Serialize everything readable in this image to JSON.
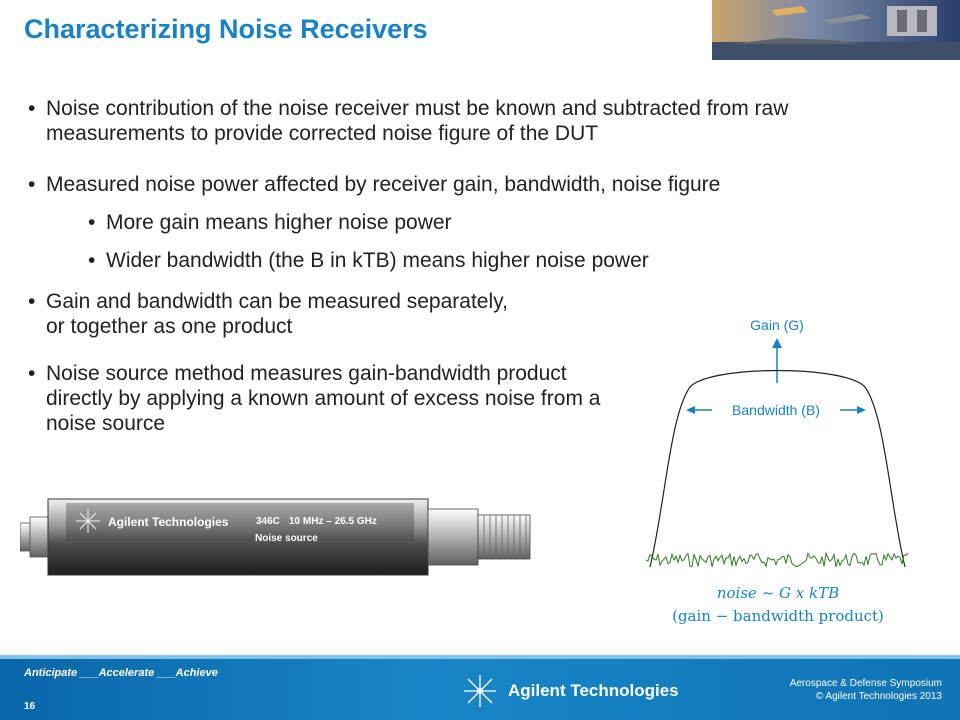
{
  "slide": {
    "title": "Characterizing Noise Receivers",
    "bullets": [
      {
        "text": "Noise contribution of the noise receiver must be known and subtracted from raw measurements to provide corrected noise figure of the DUT"
      },
      {
        "text": "Measured noise power affected by receiver gain, bandwidth, noise figure"
      },
      {
        "text": "More gain means higher noise power"
      },
      {
        "text": "Wider bandwidth (the B in kTB) means higher noise power"
      },
      {
        "text": "Gain and bandwidth can be measured separately, or together as one product"
      },
      {
        "text": "Noise source method measures gain-bandwidth product directly by applying a known amount of excess noise from a noise source"
      }
    ]
  },
  "diagram": {
    "gain_label": "Gain (G)",
    "bandwidth_label": "Bandwidth (B)",
    "formula": "noise ~ G x kTB",
    "formula_caption": "(gain − bandwidth product)"
  },
  "device": {
    "brand": "Agilent Technologies",
    "model": "346C",
    "range": "10 MHz – 26.5 GHz",
    "name": "Noise source"
  },
  "footer": {
    "tagline": "Anticipate ___Accelerate ___Achieve",
    "page_number": "16",
    "logo_text": "Agilent Technologies",
    "event": "Aerospace & Defense Symposium",
    "copyright": "© Agilent Technologies 2013"
  },
  "colors": {
    "accent": "#1a82c4",
    "footer": "#0f73b4",
    "noise": "#2e7d1f"
  }
}
